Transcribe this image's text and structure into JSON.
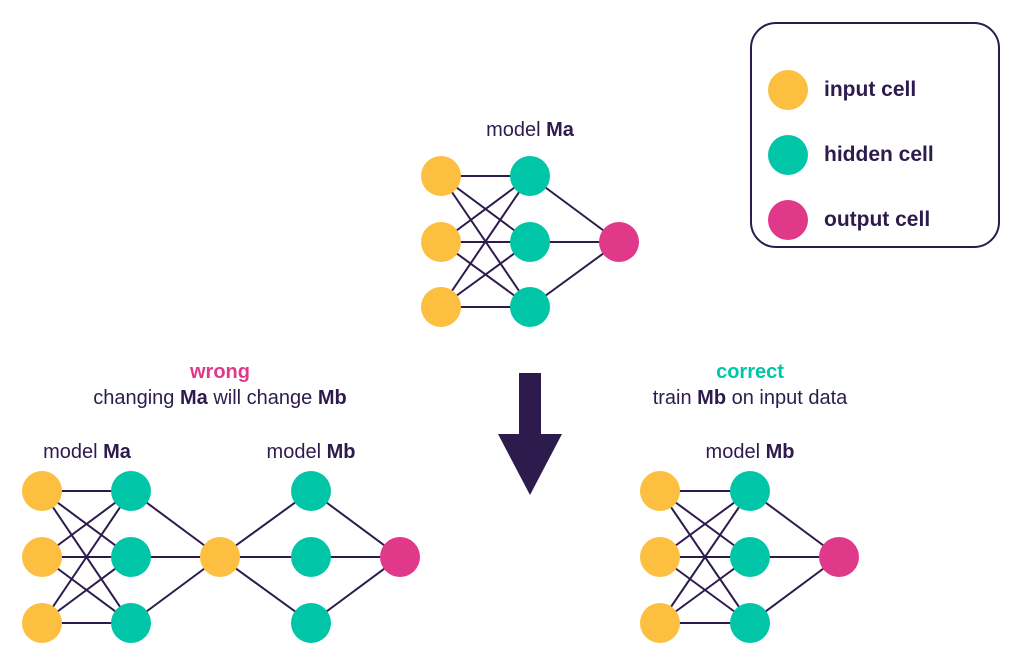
{
  "colors": {
    "input": "#fcbf3f",
    "hidden": "#00c6a7",
    "output": "#e0398a",
    "ink": "#2d1b4e",
    "wrong": "#e0398a",
    "correct": "#00c6a7"
  },
  "legend": {
    "input": "input cell",
    "hidden": "hidden cell",
    "output": "output cell"
  },
  "top_model": {
    "prefix": "model ",
    "name": "Ma"
  },
  "wrong": {
    "heading": "wrong",
    "line_a": "changing ",
    "line_b": "Ma",
    "line_c": " will change ",
    "line_d": "Mb",
    "model_a_prefix": "model ",
    "model_a_name": "Ma",
    "model_b_prefix": "model ",
    "model_b_name": "Mb"
  },
  "correct": {
    "heading": "correct",
    "line_a": "train ",
    "line_b": "Mb",
    "line_c": " on input data",
    "model_prefix": "model ",
    "model_name": "Mb"
  },
  "arrow_icon": "down-arrow-icon"
}
